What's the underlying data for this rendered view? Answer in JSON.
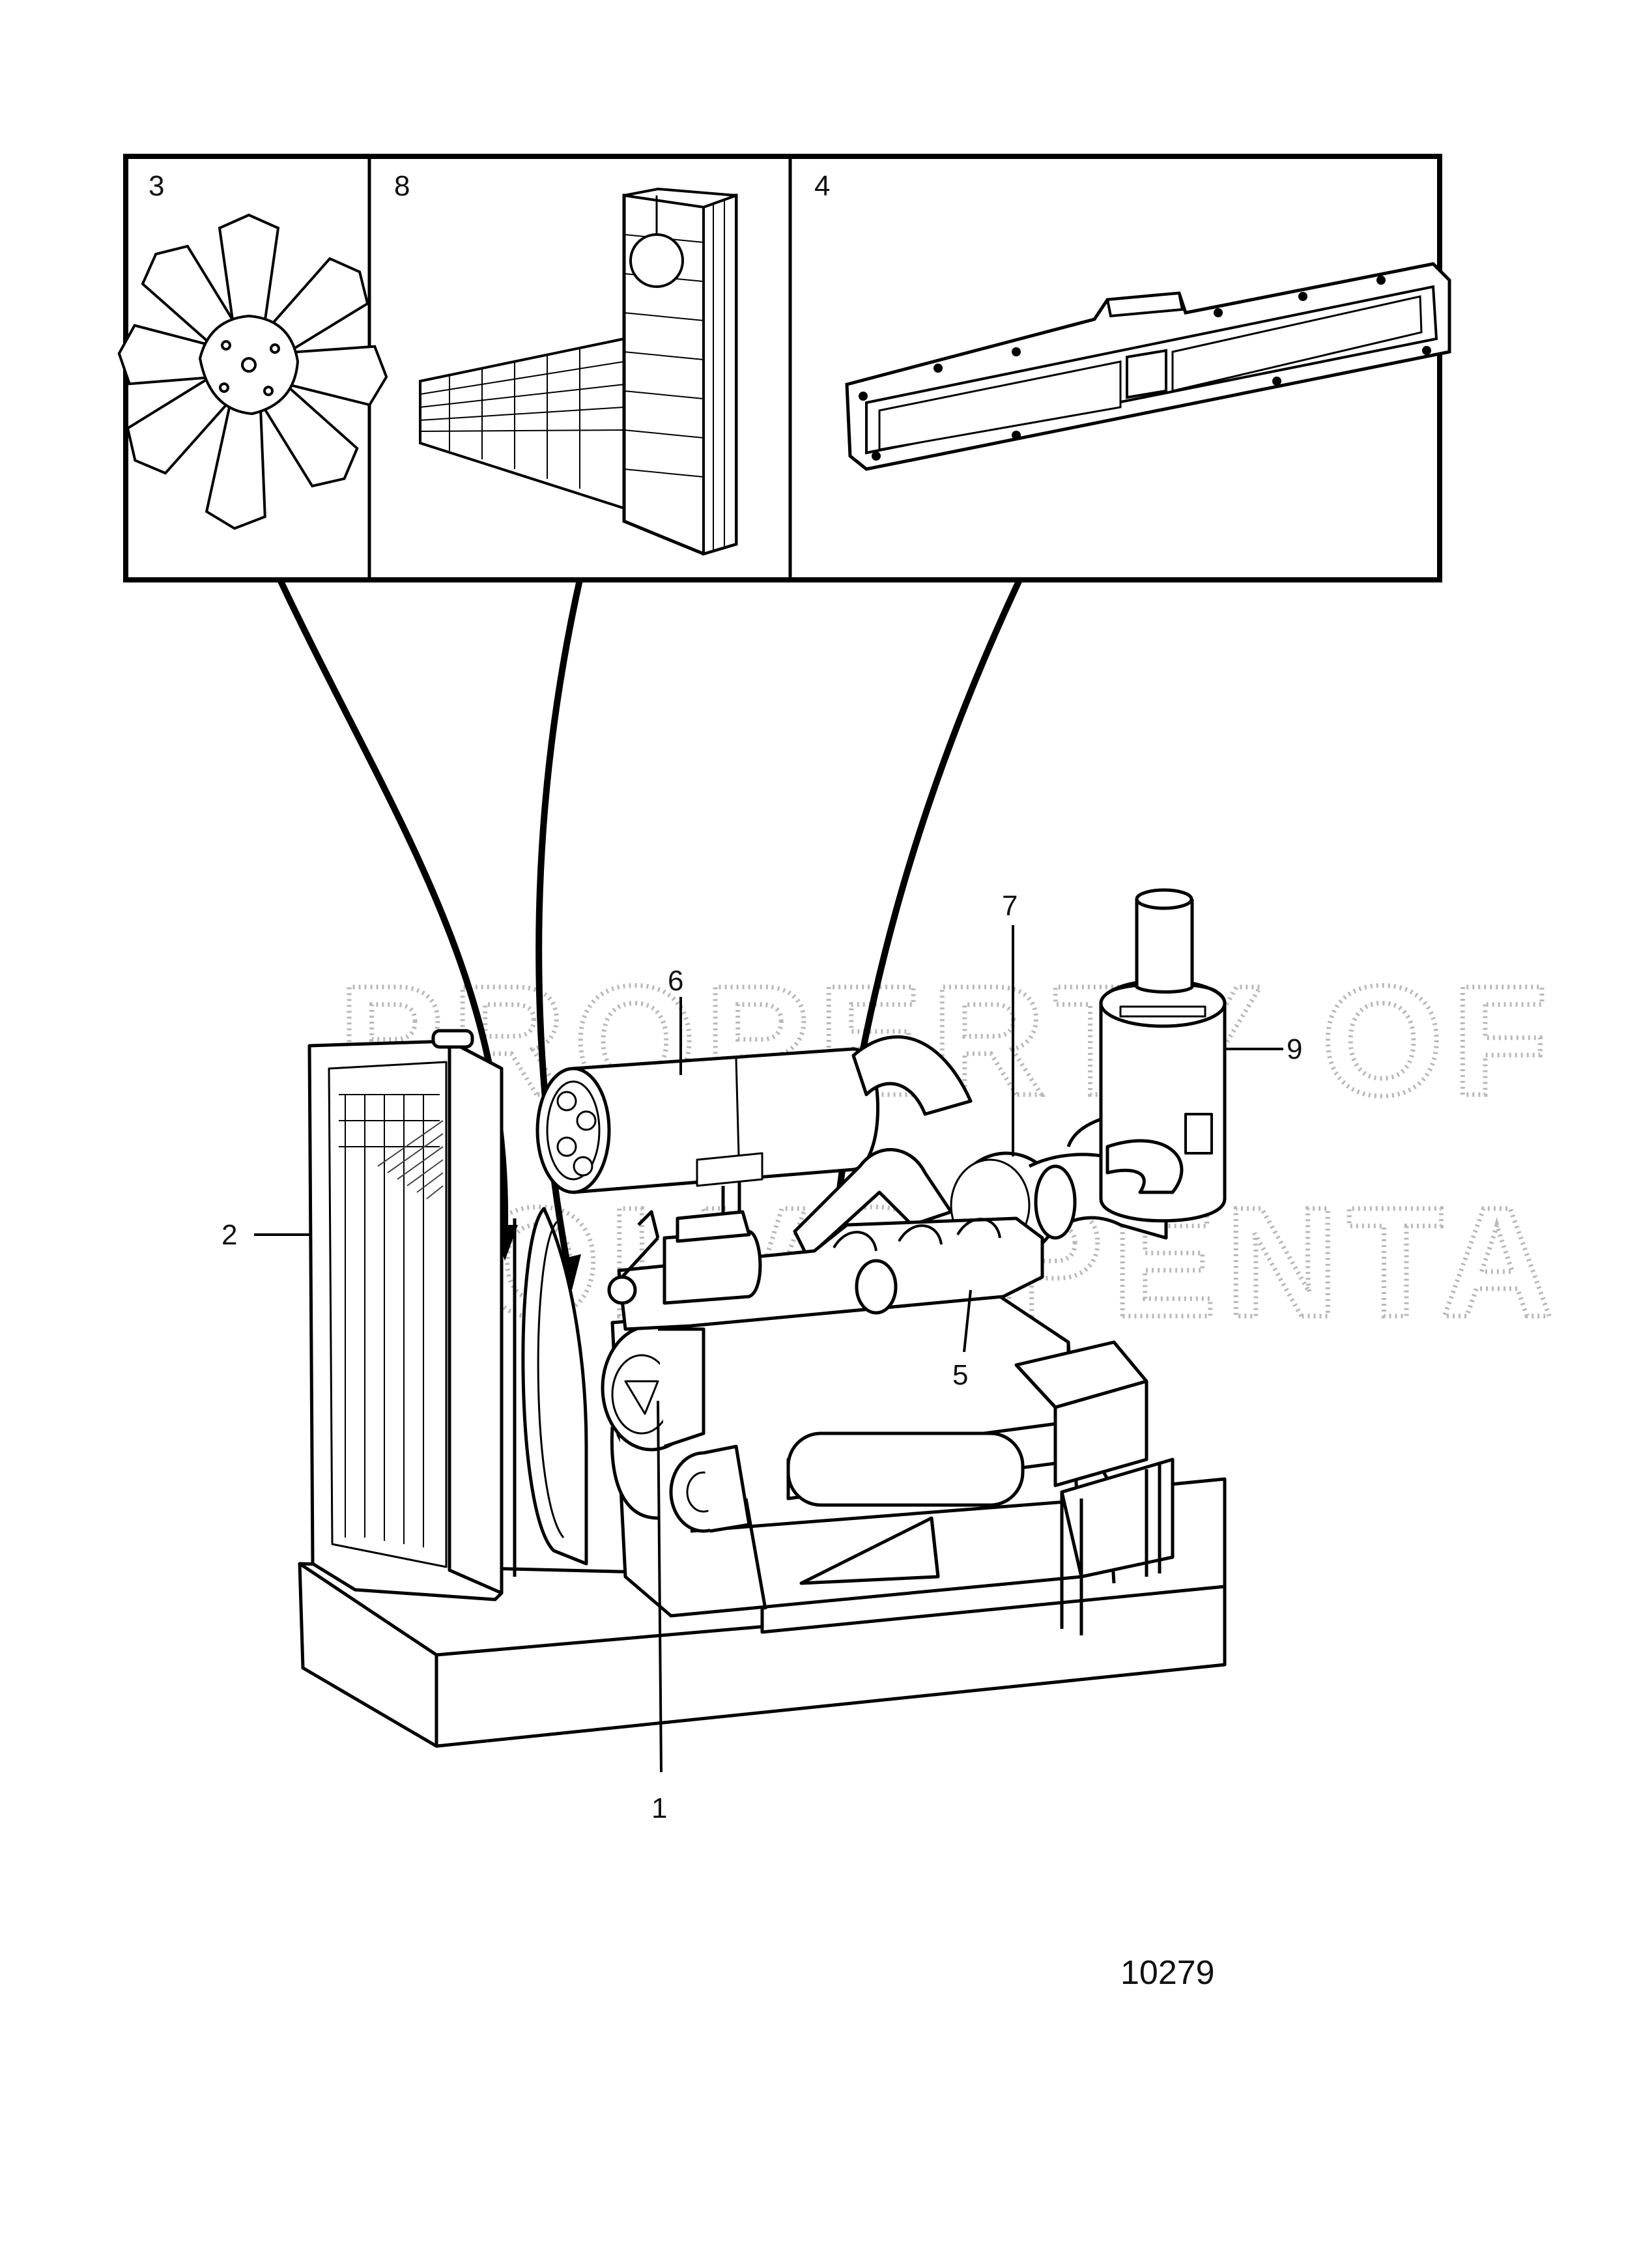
{
  "watermark": {
    "line1": "PROPERTY OF",
    "line2": "VOLVO PENTA"
  },
  "inset_labels": {
    "panel_left": "3",
    "panel_middle": "8",
    "panel_right": "4"
  },
  "callouts": {
    "engine_unit": "1",
    "radiator": "2",
    "intercooler_pipe": "5",
    "exhaust_silencer": "6",
    "turbo": "7",
    "air_filter": "9"
  },
  "figure_number": "10279"
}
